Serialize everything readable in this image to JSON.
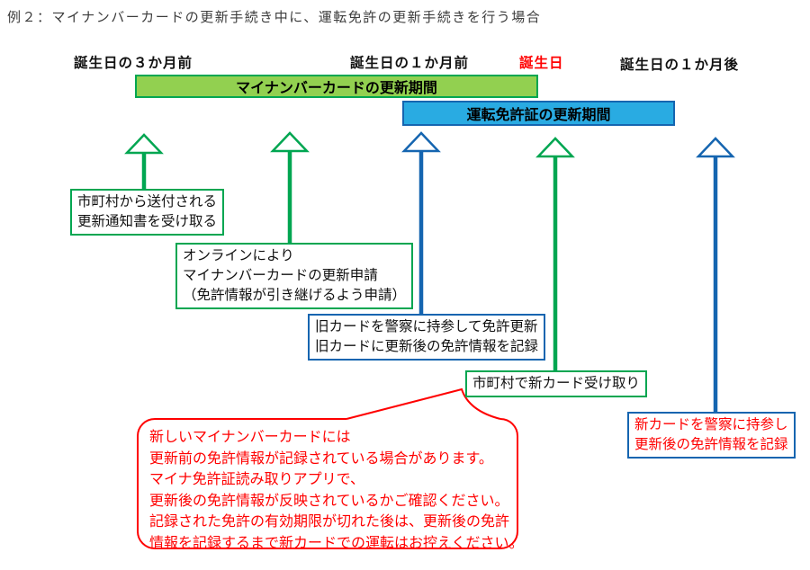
{
  "title": "例２：マイナンバーカードの更新手続き中に、運転免許の更新手続きを行う場合",
  "colors": {
    "green_fill": "#92d050",
    "green_line": "#00a651",
    "blue_fill": "#29abe2",
    "blue_line": "#1565b0",
    "red": "#ff0000"
  },
  "timeline": {
    "labels": [
      {
        "text": "誕生日の３か月前",
        "color": "black"
      },
      {
        "text": "誕生日の１か月前",
        "color": "black"
      },
      {
        "text": "誕生日",
        "color": "red"
      },
      {
        "text": "誕生日の１か月後",
        "color": "black"
      }
    ]
  },
  "bars": {
    "mynumber_label": "マイナンバーカードの更新期間",
    "license_label": "運転免許証の更新期間"
  },
  "steps": [
    {
      "id": "receive-renewal-notice",
      "lines": [
        "市町村から送付される",
        "更新通知書を受け取る"
      ]
    },
    {
      "id": "online-renewal-application",
      "lines": [
        "オンラインにより",
        "マイナンバーカードの更新申請",
        "（免許情報が引き継げるよう申請）"
      ]
    },
    {
      "id": "old-card-license-renewal",
      "lines": [
        "旧カードを警察に持参して免許更新",
        "旧カードに更新後の免許情報を記録"
      ]
    },
    {
      "id": "pickup-new-card",
      "lines": [
        "市町村で新カード受け取り"
      ]
    },
    {
      "id": "record-info-on-new-card",
      "lines": [
        "新カードを警察に持参し",
        "更新後の免許情報を記録"
      ]
    }
  ],
  "callout": {
    "lines": [
      "新しいマイナンバーカードには",
      "更新前の免許情報が記録されている場合があります。",
      "マイナ免許証読み取りアプリで、",
      "更新後の免許情報が反映されているかご確認ください。",
      "記録された免許の有効期限が切れた後は、更新後の免許",
      "情報を記録するまで新カードでの運転はお控えください。"
    ]
  }
}
